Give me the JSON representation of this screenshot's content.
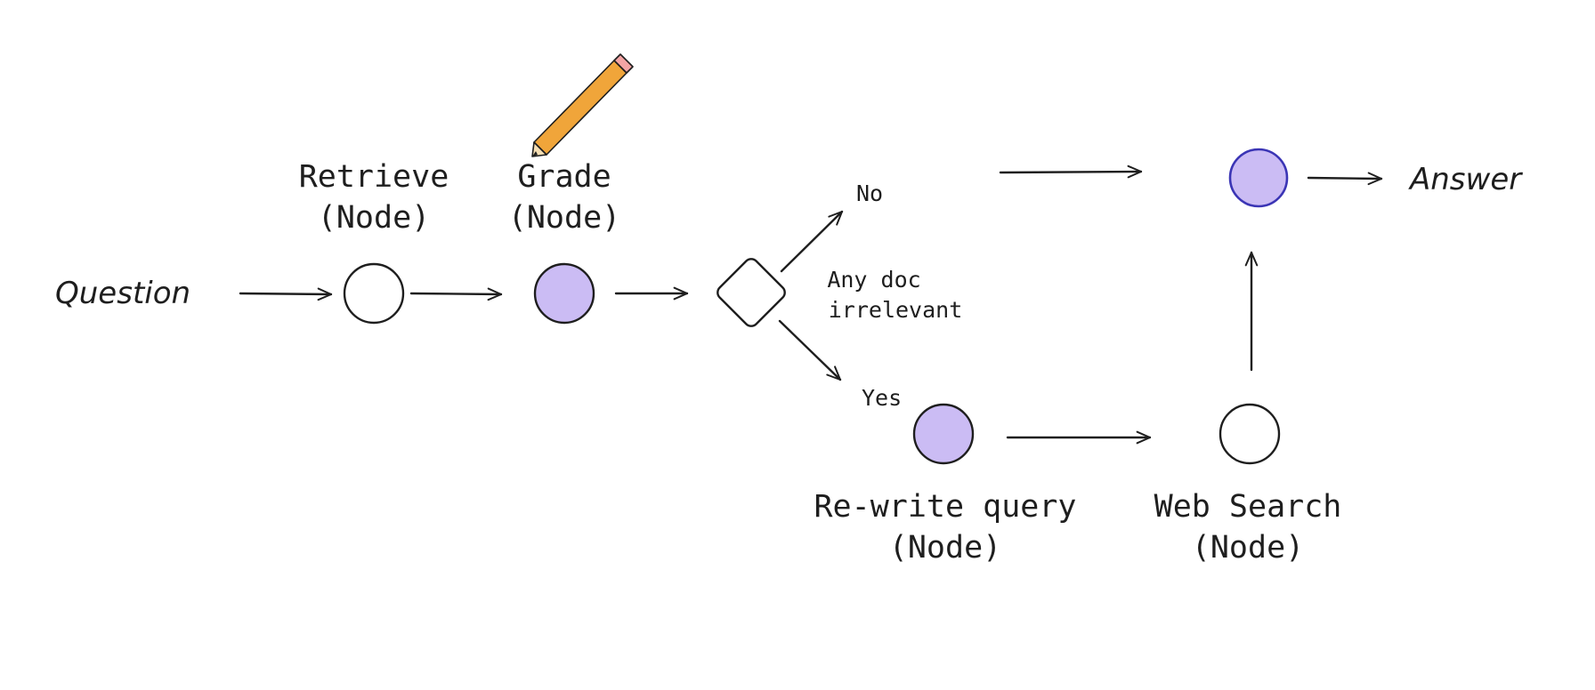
{
  "colors": {
    "stroke": "#1e1e1e",
    "node_fill_active": "#cbbcf4",
    "node_stroke_active": "#3b35b5",
    "node_fill_default": "#ffffff",
    "pencil_body": "#f0a53a",
    "pencil_tip": "#f2a4a4"
  },
  "labels": {
    "question": "Question",
    "retrieve_line1": "Retrieve",
    "retrieve_line2": "(Node)",
    "grade_line1": "Grade",
    "grade_line2": "(Node)",
    "decision_line1": "Any doc",
    "decision_line2": "irrelevant",
    "no": "No",
    "yes": "Yes",
    "rewrite_line1": "Re-write query",
    "rewrite_line2": "(Node)",
    "websearch_line1": "Web Search",
    "websearch_line2": "(Node)",
    "answer": "Answer"
  },
  "icons": {
    "grade_icon": "pencil-icon"
  }
}
